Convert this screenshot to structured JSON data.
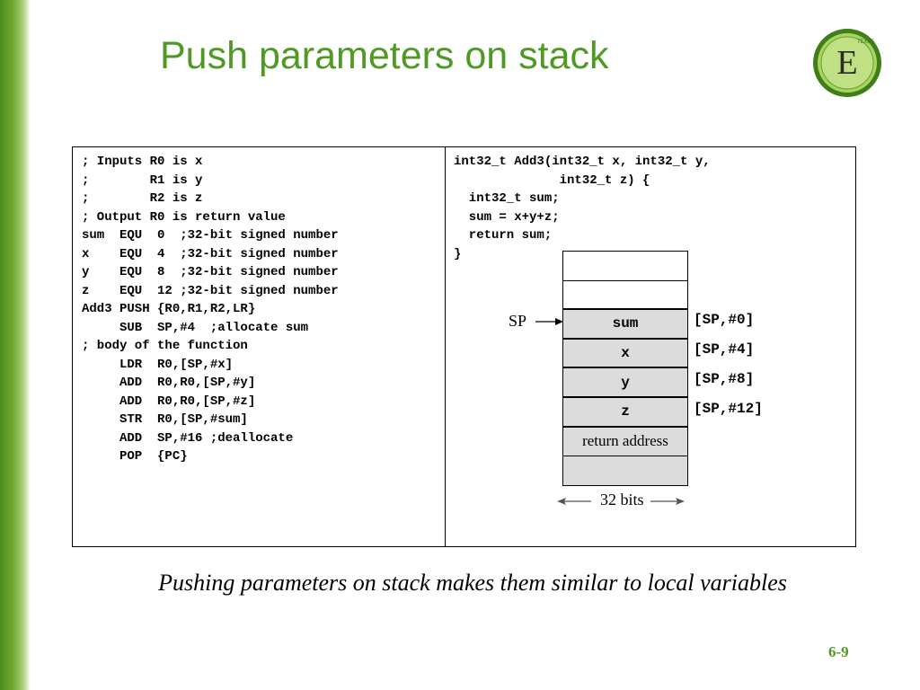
{
  "slide": {
    "title": "Push parameters on stack",
    "caption": "Pushing parameters on stack makes them similar to local variables",
    "page_number": "6-9"
  },
  "logo": {
    "letter": "E",
    "text": "TEXAS"
  },
  "colors": {
    "accent": "#4f9a24",
    "stack_highlight": "#dcdcdc"
  },
  "assembly_code": "; Inputs R0 is x\n;        R1 is y\n;        R2 is z\n; Output R0 is return value\nsum  EQU  0  ;32-bit signed number\nx    EQU  4  ;32-bit signed number\ny    EQU  8  ;32-bit signed number\nz    EQU  12 ;32-bit signed number\nAdd3 PUSH {R0,R1,R2,LR}\n     SUB  SP,#4  ;allocate sum\n; body of the function\n     LDR  R0,[SP,#x]\n     ADD  R0,R0,[SP,#y]\n     ADD  R0,R0,[SP,#z]\n     STR  R0,[SP,#sum]\n     ADD  SP,#16 ;deallocate\n     POP  {PC}",
  "c_code": "int32_t Add3(int32_t x, int32_t y,\n              int32_t z) {\n  int32_t sum;\n  sum = x+y+z;\n  return sum;\n}",
  "stack": {
    "cells": [
      "",
      "",
      "sum",
      "x",
      "y",
      "z",
      "return address",
      ""
    ],
    "offsets": [
      "[SP,#0]",
      "[SP,#4]",
      "[SP,#8]",
      "[SP,#12]"
    ],
    "sp_label": "SP",
    "width_label": "32 bits"
  }
}
